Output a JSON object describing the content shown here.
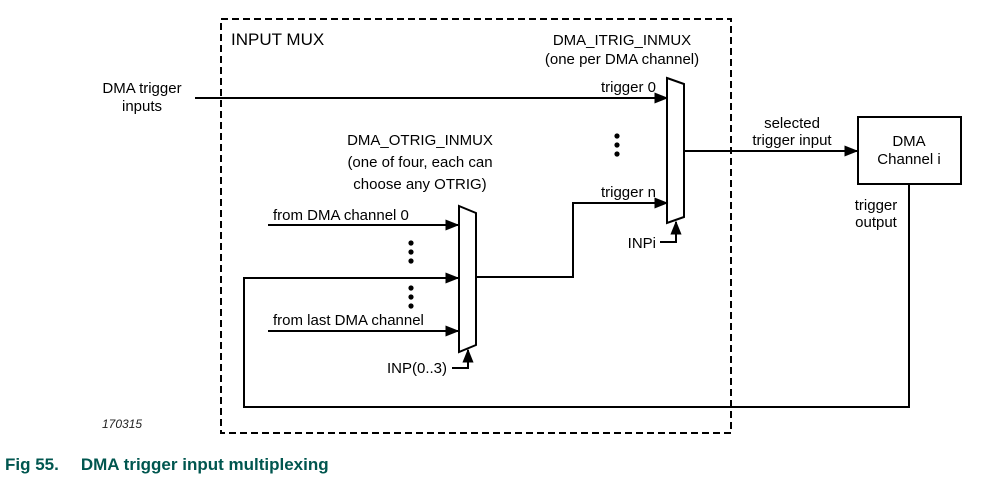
{
  "diagram": {
    "outer_block": {
      "label": "INPUT MUX"
    },
    "itrig_mux": {
      "name": "DMA_ITRIG_INMUX",
      "note": "(one per DMA channel)",
      "inputs": [
        "trigger 0",
        "trigger n"
      ],
      "select_label": "INPi"
    },
    "otrig_mux": {
      "name": "DMA_OTRIG_INMUX",
      "note_lines": [
        "(one of four, each can",
        "choose any OTRIG)"
      ],
      "inputs": [
        "from DMA channel 0",
        "from last DMA channel"
      ],
      "select_label": "INP(0..3)"
    },
    "external_input": {
      "lines": [
        "DMA trigger",
        "inputs"
      ]
    },
    "selected_signal": {
      "lines": [
        "selected",
        "trigger input"
      ]
    },
    "channel_block": {
      "lines": [
        "DMA",
        "Channel i"
      ]
    },
    "trigger_output": {
      "lines": [
        "trigger",
        "output"
      ]
    },
    "figure_id": "170315"
  },
  "caption": {
    "number": "Fig 55.",
    "title": "DMA trigger input multiplexing",
    "color": "#00564f"
  }
}
